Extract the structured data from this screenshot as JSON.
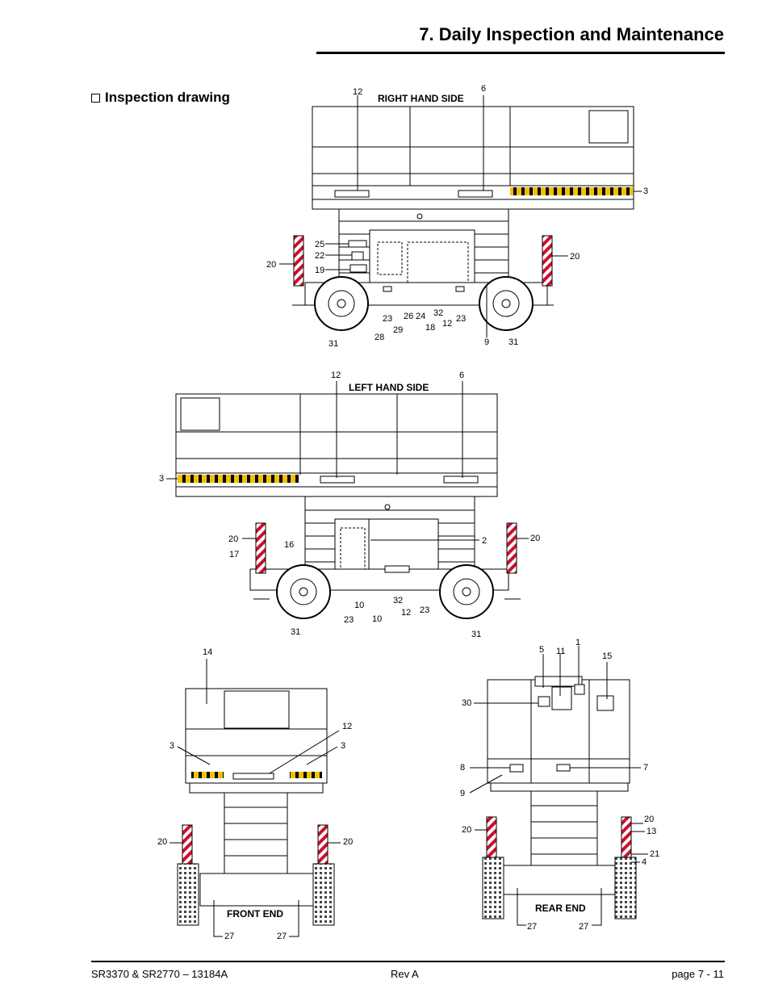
{
  "header": {
    "title": "7. Daily Inspection and Maintenance"
  },
  "section": {
    "title": "Inspection drawing"
  },
  "views": {
    "right": {
      "title": "RIGHT HAND SIDE",
      "callouts": [
        "12",
        "6",
        "3",
        "25",
        "22",
        "19",
        "20",
        "20",
        "23",
        "26",
        "24",
        "32",
        "12",
        "23",
        "18",
        "29",
        "28",
        "9",
        "31",
        "31"
      ]
    },
    "left": {
      "title": "LEFT HAND SIDE",
      "callouts": [
        "12",
        "6",
        "3",
        "20",
        "16",
        "17",
        "2",
        "20",
        "10",
        "32",
        "10",
        "12",
        "23",
        "23",
        "31",
        "31"
      ]
    },
    "front": {
      "title": "FRONT END",
      "callouts": [
        "14",
        "12",
        "3",
        "3",
        "20",
        "20",
        "27",
        "27"
      ]
    },
    "rear": {
      "title": "REAR END",
      "callouts": [
        "5",
        "11",
        "1",
        "15",
        "30",
        "8",
        "7",
        "9",
        "20",
        "20",
        "13",
        "21",
        "4",
        "27",
        "27"
      ]
    }
  },
  "footer": {
    "model": "SR3370 & SR2770 – 13184A",
    "rev": "Rev A",
    "page": "page  7 - 11"
  },
  "colors": {
    "stripe_yellow": "#f2c200",
    "stripe_red": "#c8102e",
    "line": "#000000"
  }
}
